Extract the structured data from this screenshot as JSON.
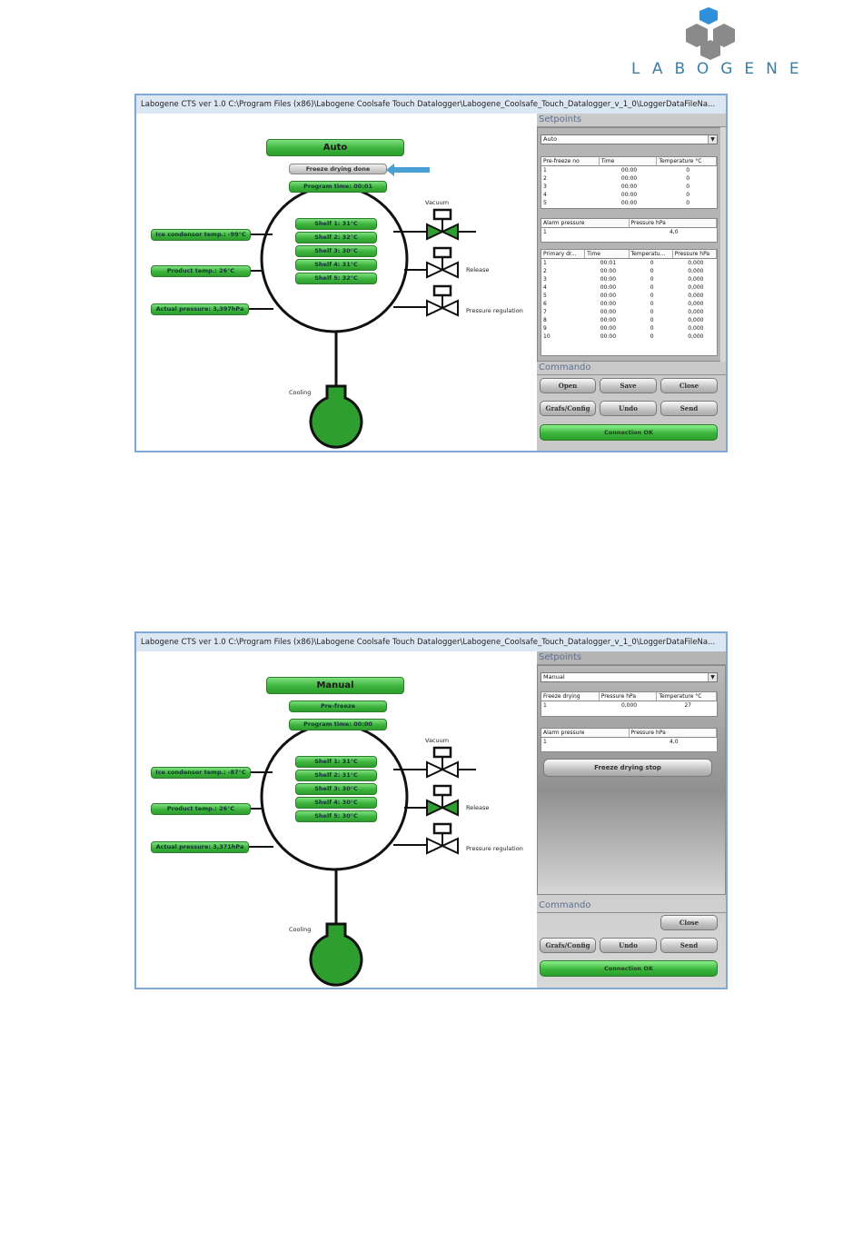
{
  "logo": {
    "text": "LABOGENE"
  },
  "screens": [
    {
      "title": "Labogene CTS ver 1.0   C:\\Program Files (x86)\\Labogene Coolsafe Touch Datalogger\\Labogene_Coolsafe_Touch_Datalogger_v_1_0\\LoggerDataFileNa...",
      "mode": "Auto",
      "status": "Freeze drying done",
      "program_time": "Program time: 00:01",
      "shelves": [
        "Shelf 1: 31°C",
        "Shelf 2: 32°C",
        "Shelf 3: 30°C",
        "Shelf 4: 31°C",
        "Shelf 5: 32°C"
      ],
      "ice_condensor": "Ice condensor temp.: -99°C",
      "product_temp": "Product temp.: 26°C",
      "actual_pressure": "Actual pressure: 3,397hPa",
      "valves": {
        "vacuum": "Vacuum",
        "release": "Release",
        "pressure_regulation": "Pressure regulation"
      },
      "cooling": "Cooling",
      "setpoints_title": "Setpoints",
      "mode_select": "Auto",
      "prefreeze": {
        "headers": [
          "Pre-freeze no",
          "Time",
          "Temperature °C"
        ],
        "rows": [
          [
            "1",
            "00:00",
            "0"
          ],
          [
            "2",
            "00:00",
            "0"
          ],
          [
            "3",
            "00:00",
            "0"
          ],
          [
            "4",
            "00:00",
            "0"
          ],
          [
            "5",
            "00:00",
            "0"
          ]
        ]
      },
      "alarm": {
        "headers": [
          "Alarm pressure",
          "Pressure hPa"
        ],
        "rows": [
          [
            "1",
            "4,0"
          ]
        ]
      },
      "primary": {
        "headers": [
          "Primary dr...",
          "Time",
          "Temperatu...",
          "Pressure hPa"
        ],
        "rows": [
          [
            "1",
            "00:01",
            "0",
            "0,000"
          ],
          [
            "2",
            "00:00",
            "0",
            "0,000"
          ],
          [
            "3",
            "00:00",
            "0",
            "0,000"
          ],
          [
            "4",
            "00:00",
            "0",
            "0,000"
          ],
          [
            "5",
            "00:00",
            "0",
            "0,000"
          ],
          [
            "6",
            "00:00",
            "0",
            "0,000"
          ],
          [
            "7",
            "00:00",
            "0",
            "0,000"
          ],
          [
            "8",
            "00:00",
            "0",
            "0,000"
          ],
          [
            "9",
            "00:00",
            "0",
            "0,000"
          ],
          [
            "10",
            "00:00",
            "0",
            "0,000"
          ]
        ]
      },
      "commando_title": "Commando",
      "buttons": {
        "open": "Open",
        "save": "Save",
        "close": "Close",
        "grafs": "Grafs/Config",
        "undo": "Undo",
        "send": "Send",
        "connection": "Connection OK"
      }
    },
    {
      "title": "Labogene CTS ver 1.0   C:\\Program Files (x86)\\Labogene Coolsafe Touch Datalogger\\Labogene_Coolsafe_Touch_Datalogger_v_1_0\\LoggerDataFileNa...",
      "mode": "Manual",
      "status": "Pre-freeze",
      "program_time": "Program time: 00:00",
      "shelves": [
        "Shelf 1: 31°C",
        "Shelf 2: 31°C",
        "Shelf 3: 30°C",
        "Shelf 4: 30°C",
        "Shelf 5: 30°C"
      ],
      "ice_condensor": "Ice condensor temp.: -87°C",
      "product_temp": "Product temp.: 26°C",
      "actual_pressure": "Actual pressure: 3,371hPa",
      "valves": {
        "vacuum": "Vacuum",
        "release": "Release",
        "pressure_regulation": "Pressure regulation"
      },
      "cooling": "Cooling",
      "setpoints_title": "Setpoints",
      "mode_select": "Manual",
      "freeze": {
        "headers": [
          "Freeze drying",
          "Pressure hPa",
          "Temperature °C"
        ],
        "rows": [
          [
            "1",
            "0,000",
            "27"
          ]
        ]
      },
      "alarm": {
        "headers": [
          "Alarm pressure",
          "Pressure hPa"
        ],
        "rows": [
          [
            "1",
            "4,0"
          ]
        ]
      },
      "stop_button": "Freeze drying stop",
      "commando_title": "Commando",
      "buttons": {
        "close": "Close",
        "grafs": "Grafs/Config",
        "undo": "Undo",
        "send": "Send",
        "connection": "Connection OK"
      }
    }
  ]
}
